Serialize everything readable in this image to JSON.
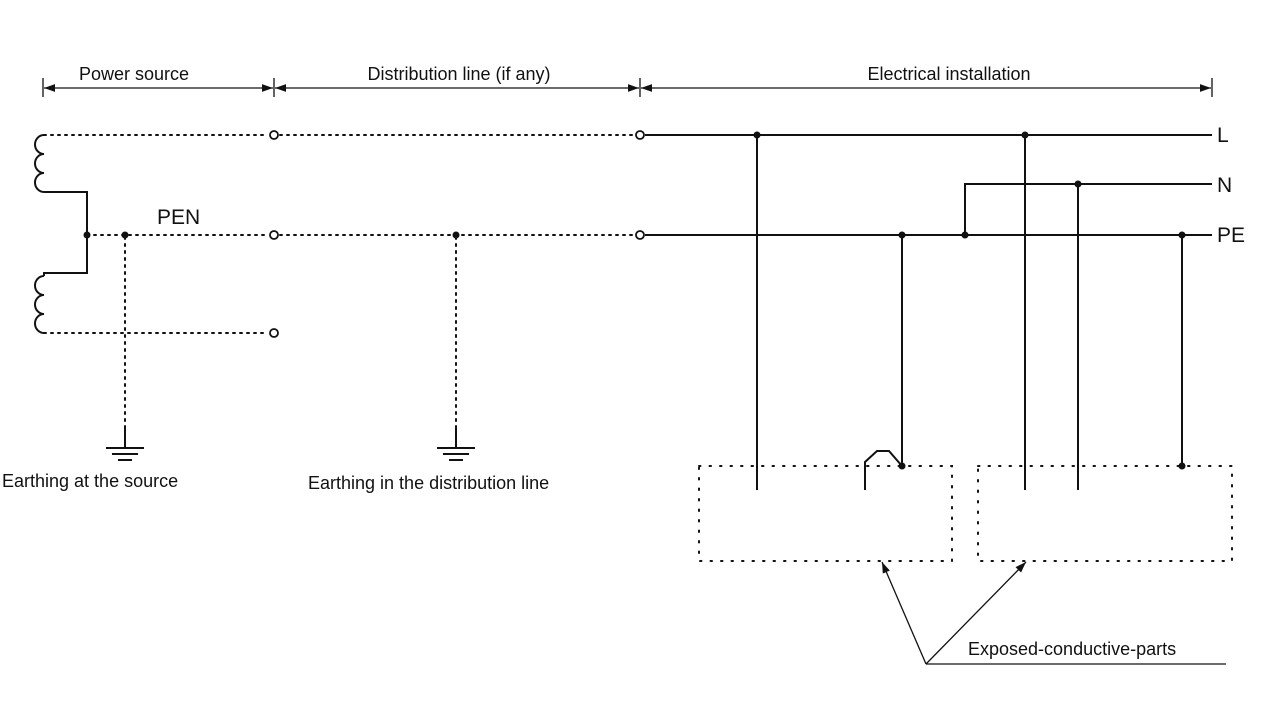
{
  "sections": {
    "power_source": "Power source",
    "distribution_line": "Distribution line (if any)",
    "electrical_installation": "Electrical installation"
  },
  "conductors": {
    "line": "L",
    "neutral": "N",
    "protective_earth": "PE",
    "pen": "PEN"
  },
  "earthing": {
    "source": "Earthing at the source",
    "distribution": "Earthing in the distribution line"
  },
  "exposed_parts": "Exposed-conductive-parts"
}
